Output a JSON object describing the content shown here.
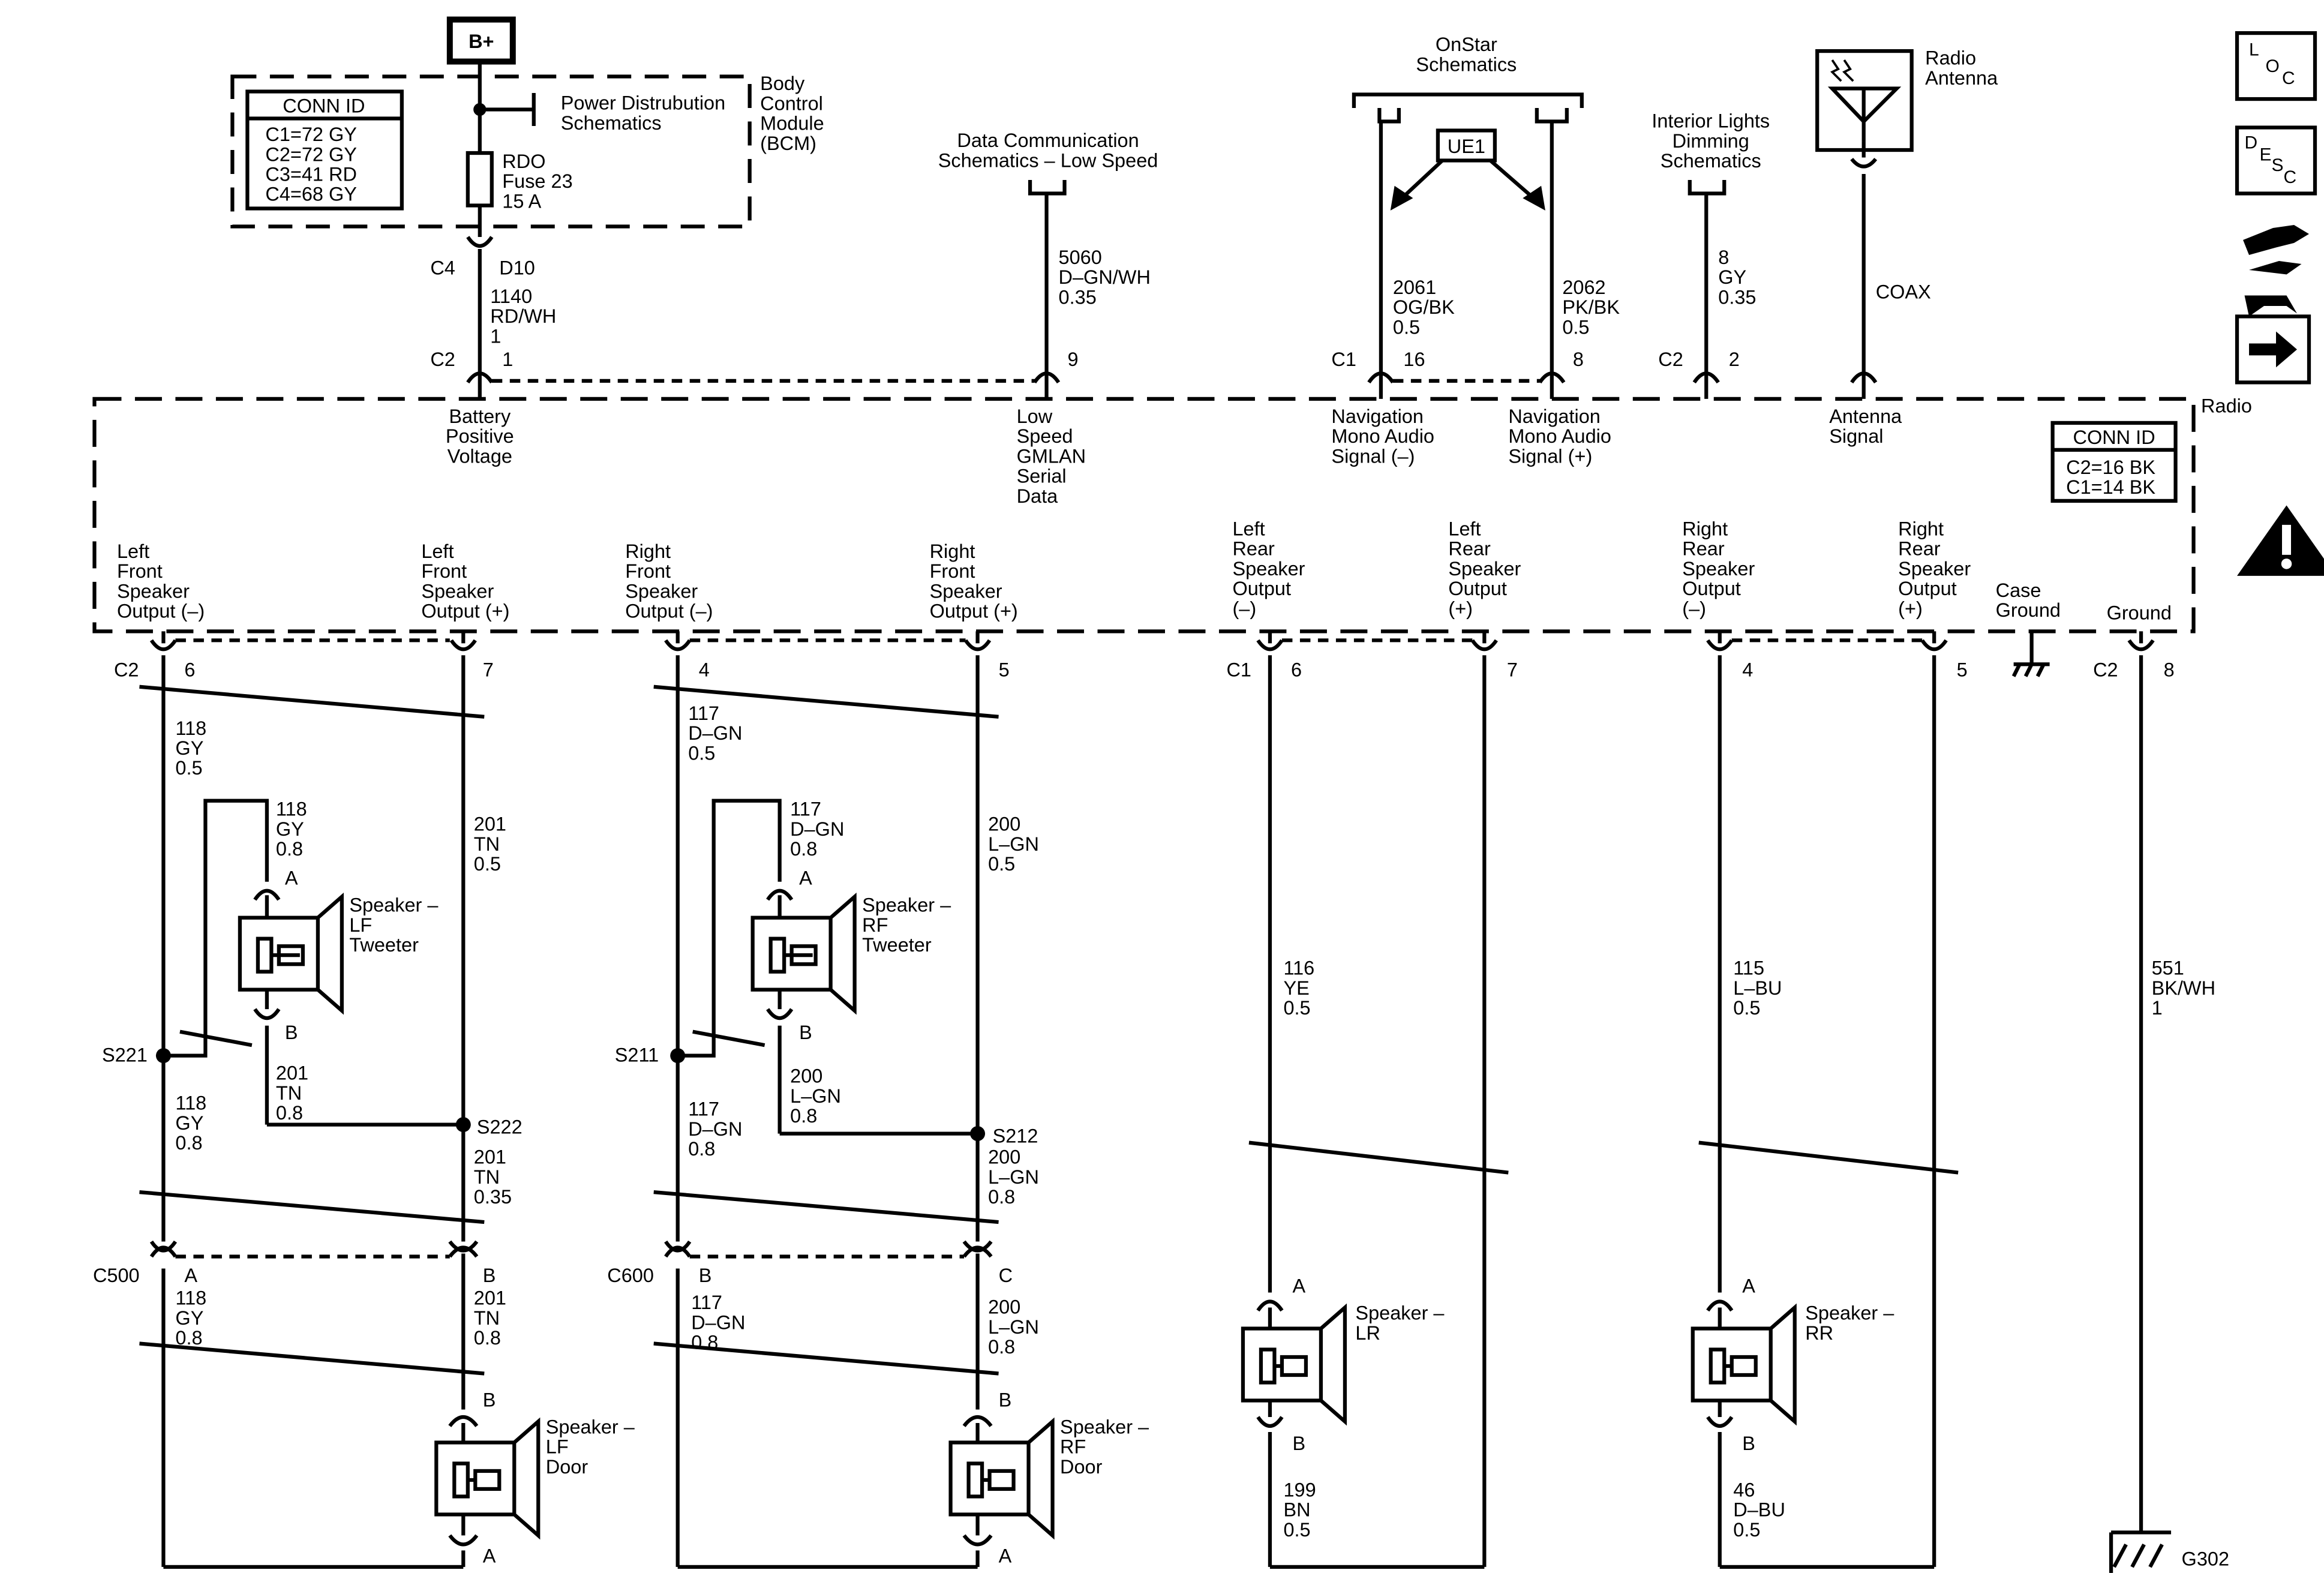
{
  "top": {
    "bplus": "B+",
    "conn_id_title": "CONN ID",
    "conn_ids": [
      "C1=72 GY",
      "C2=72 GY",
      "C3=41 RD",
      "C4=68 GY"
    ],
    "power_dist": [
      "Power Distrubution",
      "Schematics"
    ],
    "bcm": [
      "Body",
      "Control",
      "Module",
      "(BCM)"
    ],
    "fuse": [
      "RDO",
      "Fuse 23",
      "15 A"
    ],
    "c4": "C4",
    "d10": "D10",
    "wire_1140": [
      "1140",
      "RD/WH",
      "1"
    ],
    "c2_batt": "C2",
    "pin_batt": "1",
    "data_comm": [
      "Data Communication",
      "Schematics – Low Speed"
    ],
    "wire_5060": [
      "5060",
      "D–GN/WH",
      "0.35"
    ],
    "pin_9": "9",
    "onstar": [
      "OnStar",
      "Schematics"
    ],
    "ue1": "UE1",
    "wire_2061": [
      "2061",
      "OG/BK",
      "0.5"
    ],
    "wire_2062": [
      "2062",
      "PK/BK",
      "0.5"
    ],
    "c1_nav": "C1",
    "pin_16": "16",
    "pin_8": "8",
    "interior": [
      "Interior Lights",
      "Dimming",
      "Schematics"
    ],
    "wire_8": [
      "8",
      "GY",
      "0.35"
    ],
    "c2_dim": "C2",
    "pin_2": "2",
    "antenna_label": [
      "Radio",
      "Antenna"
    ],
    "coax": "COAX"
  },
  "radio": {
    "label": "Radio",
    "conn_id_title": "CONN ID",
    "conn_ids": [
      "C2=16 BK",
      "C1=14 BK"
    ],
    "inputs": {
      "battery": [
        "Battery",
        "Positive",
        "Voltage"
      ],
      "gmlan": [
        "Low",
        "Speed",
        "GMLAN",
        "Serial",
        "Data"
      ],
      "nav_minus": [
        "Navigation",
        "Mono Audio",
        "Signal (–)"
      ],
      "nav_plus": [
        "Navigation",
        "Mono Audio",
        "Signal (+)"
      ],
      "antenna": [
        "Antenna",
        "Signal"
      ]
    },
    "outputs": {
      "lf_minus": [
        "Left",
        "Front",
        "Speaker",
        "Output (–)"
      ],
      "lf_plus": [
        "Left",
        "Front",
        "Speaker",
        "Output (+)"
      ],
      "rf_minus": [
        "Right",
        "Front",
        "Speaker",
        "Output (–)"
      ],
      "rf_plus": [
        "Right",
        "Front",
        "Speaker",
        "Output (+)"
      ],
      "lr_minus": [
        "Left",
        "Rear",
        "Speaker",
        "Output",
        "(–)"
      ],
      "lr_plus": [
        "Left",
        "Rear",
        "Speaker",
        "Output",
        "(+)"
      ],
      "rr_minus": [
        "Right",
        "Rear",
        "Speaker",
        "Output",
        "(–)"
      ],
      "rr_plus": [
        "Right",
        "Rear",
        "Speaker",
        "Output",
        "(+)"
      ],
      "case_ground": [
        "Case",
        "Ground"
      ],
      "ground": "Ground"
    }
  },
  "pins": {
    "c2_left": "C2",
    "p6": "6",
    "p7": "7",
    "p4": "4",
    "p5": "5",
    "c1_rear": "C1",
    "p6r": "6",
    "p7r": "7",
    "p4r": "4",
    "p5r": "5",
    "c2_gnd": "C2",
    "p8": "8"
  },
  "front_left": {
    "w118a": [
      "118",
      "GY",
      "0.5"
    ],
    "w118b": [
      "118",
      "GY",
      "0.8"
    ],
    "w201a": [
      "201",
      "TN",
      "0.5"
    ],
    "tweeter": [
      "Speaker –",
      "LF",
      "Tweeter"
    ],
    "pin_a": "A",
    "pin_b": "B",
    "s221": "S221",
    "w201b": [
      "201",
      "TN",
      "0.8"
    ],
    "w118c": [
      "118",
      "GY",
      "0.8"
    ],
    "s222": "S222",
    "w201c": [
      "201",
      "TN",
      "0.35"
    ],
    "c500": "C500",
    "c500_a": "A",
    "c500_b": "B",
    "w118d": [
      "118",
      "GY",
      "0.8"
    ],
    "w201d": [
      "201",
      "TN",
      "0.8"
    ],
    "door": [
      "Speaker –",
      "LF",
      "Door"
    ],
    "door_b": "B",
    "door_a": "A"
  },
  "front_right": {
    "w117a": [
      "117",
      "D–GN",
      "0.5"
    ],
    "w117b": [
      "117",
      "D–GN",
      "0.8"
    ],
    "w200a": [
      "200",
      "L–GN",
      "0.5"
    ],
    "tweeter": [
      "Speaker –",
      "RF",
      "Tweeter"
    ],
    "pin_a": "A",
    "pin_b": "B",
    "s211": "S211",
    "w200b": [
      "200",
      "L–GN",
      "0.8"
    ],
    "w117c": [
      "117",
      "D–GN",
      "0.8"
    ],
    "s212": "S212",
    "w200c": [
      "200",
      "L–GN",
      "0.8"
    ],
    "c600": "C600",
    "c600_b": "B",
    "c600_c": "C",
    "w117d": [
      "117",
      "D–GN",
      "0.8"
    ],
    "w200d": [
      "200",
      "L–GN",
      "0.8"
    ],
    "door": [
      "Speaker –",
      "RF",
      "Door"
    ],
    "door_b": "B",
    "door_a": "A"
  },
  "rear_left": {
    "w116": [
      "116",
      "YE",
      "0.5"
    ],
    "pin_a": "A",
    "pin_b": "B",
    "speaker": [
      "Speaker –",
      "LR"
    ],
    "w199": [
      "199",
      "BN",
      "0.5"
    ]
  },
  "rear_right": {
    "w115": [
      "115",
      "L–BU",
      "0.5"
    ],
    "pin_a": "A",
    "pin_b": "B",
    "speaker": [
      "Speaker –",
      "RR"
    ],
    "w46": [
      "46",
      "D–BU",
      "0.5"
    ]
  },
  "ground": {
    "w551": [
      "551",
      "BK/WH",
      "1"
    ],
    "g302": "G302"
  },
  "icons": {
    "loc": [
      "L",
      "O",
      "C"
    ],
    "desc": [
      "D",
      "E",
      "S",
      "C"
    ],
    "names": [
      "loc-icon",
      "desc-icon",
      "wrench-icon",
      "next-arrow-icon",
      "warning-icon"
    ]
  }
}
